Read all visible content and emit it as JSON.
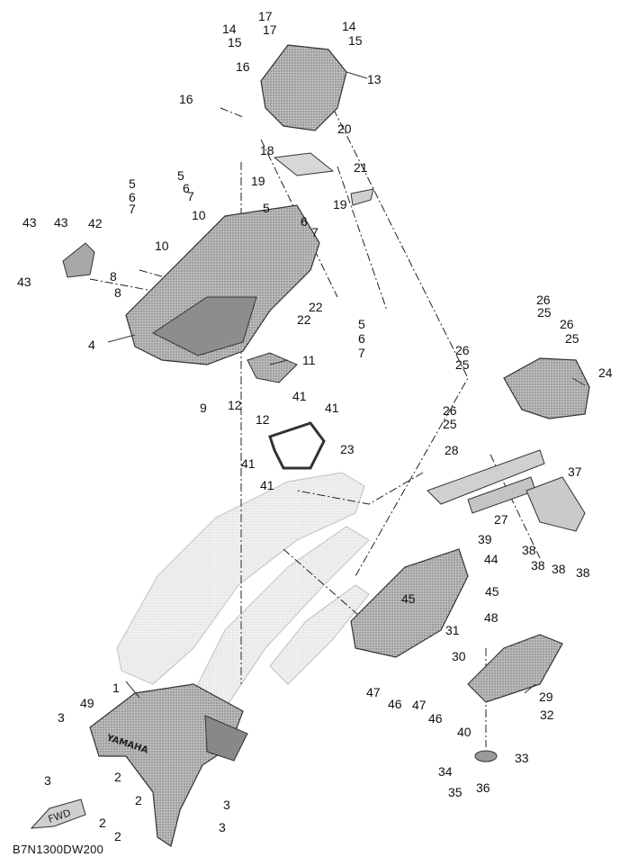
{
  "diagram_code": "B7N1300DW200",
  "logo_text": "YAMAHA",
  "fwd_label": "FWD",
  "callouts": [
    {
      "id": "1",
      "text": "1"
    },
    {
      "id": "2a",
      "text": "2"
    },
    {
      "id": "2b",
      "text": "2"
    },
    {
      "id": "2c",
      "text": "2"
    },
    {
      "id": "2d",
      "text": "2"
    },
    {
      "id": "3a",
      "text": "3"
    },
    {
      "id": "3b",
      "text": "3"
    },
    {
      "id": "3c",
      "text": "3"
    },
    {
      "id": "3d",
      "text": "3"
    },
    {
      "id": "4",
      "text": "4"
    },
    {
      "id": "5a",
      "text": "5"
    },
    {
      "id": "5b",
      "text": "5"
    },
    {
      "id": "5c",
      "text": "5"
    },
    {
      "id": "5d",
      "text": "5"
    },
    {
      "id": "6a",
      "text": "6"
    },
    {
      "id": "6b",
      "text": "6"
    },
    {
      "id": "6c",
      "text": "6"
    },
    {
      "id": "6d",
      "text": "6"
    },
    {
      "id": "7a",
      "text": "7"
    },
    {
      "id": "7b",
      "text": "7"
    },
    {
      "id": "7c",
      "text": "7"
    },
    {
      "id": "7d",
      "text": "7"
    },
    {
      "id": "8a",
      "text": "8"
    },
    {
      "id": "8b",
      "text": "8"
    },
    {
      "id": "9",
      "text": "9"
    },
    {
      "id": "10a",
      "text": "10"
    },
    {
      "id": "10b",
      "text": "10"
    },
    {
      "id": "11",
      "text": "11"
    },
    {
      "id": "12a",
      "text": "12"
    },
    {
      "id": "12b",
      "text": "12"
    },
    {
      "id": "13",
      "text": "13"
    },
    {
      "id": "14a",
      "text": "14"
    },
    {
      "id": "14b",
      "text": "14"
    },
    {
      "id": "15a",
      "text": "15"
    },
    {
      "id": "15b",
      "text": "15"
    },
    {
      "id": "16a",
      "text": "16"
    },
    {
      "id": "16b",
      "text": "16"
    },
    {
      "id": "17a",
      "text": "17"
    },
    {
      "id": "17b",
      "text": "17"
    },
    {
      "id": "18",
      "text": "18"
    },
    {
      "id": "19a",
      "text": "19"
    },
    {
      "id": "19b",
      "text": "19"
    },
    {
      "id": "20",
      "text": "20"
    },
    {
      "id": "21",
      "text": "21"
    },
    {
      "id": "22a",
      "text": "22"
    },
    {
      "id": "22b",
      "text": "22"
    },
    {
      "id": "23",
      "text": "23"
    },
    {
      "id": "24",
      "text": "24"
    },
    {
      "id": "25a",
      "text": "25"
    },
    {
      "id": "25b",
      "text": "25"
    },
    {
      "id": "25c",
      "text": "25"
    },
    {
      "id": "25d",
      "text": "25"
    },
    {
      "id": "26a",
      "text": "26"
    },
    {
      "id": "26b",
      "text": "26"
    },
    {
      "id": "26c",
      "text": "26"
    },
    {
      "id": "26d",
      "text": "26"
    },
    {
      "id": "27",
      "text": "27"
    },
    {
      "id": "28",
      "text": "28"
    },
    {
      "id": "29",
      "text": "29"
    },
    {
      "id": "30",
      "text": "30"
    },
    {
      "id": "31",
      "text": "31"
    },
    {
      "id": "32",
      "text": "32"
    },
    {
      "id": "33",
      "text": "33"
    },
    {
      "id": "34",
      "text": "34"
    },
    {
      "id": "35",
      "text": "35"
    },
    {
      "id": "36",
      "text": "36"
    },
    {
      "id": "37",
      "text": "37"
    },
    {
      "id": "38a",
      "text": "38"
    },
    {
      "id": "38b",
      "text": "38"
    },
    {
      "id": "38c",
      "text": "38"
    },
    {
      "id": "38d",
      "text": "38"
    },
    {
      "id": "39",
      "text": "39"
    },
    {
      "id": "40",
      "text": "40"
    },
    {
      "id": "41a",
      "text": "41"
    },
    {
      "id": "41b",
      "text": "41"
    },
    {
      "id": "41c",
      "text": "41"
    },
    {
      "id": "41d",
      "text": "41"
    },
    {
      "id": "42",
      "text": "42"
    },
    {
      "id": "43a",
      "text": "43"
    },
    {
      "id": "43b",
      "text": "43"
    },
    {
      "id": "43c",
      "text": "43"
    },
    {
      "id": "44",
      "text": "44"
    },
    {
      "id": "45a",
      "text": "45"
    },
    {
      "id": "45b",
      "text": "45"
    },
    {
      "id": "46a",
      "text": "46"
    },
    {
      "id": "46b",
      "text": "46"
    },
    {
      "id": "47a",
      "text": "47"
    },
    {
      "id": "47b",
      "text": "47"
    },
    {
      "id": "48",
      "text": "48"
    },
    {
      "id": "49",
      "text": "49"
    }
  ]
}
